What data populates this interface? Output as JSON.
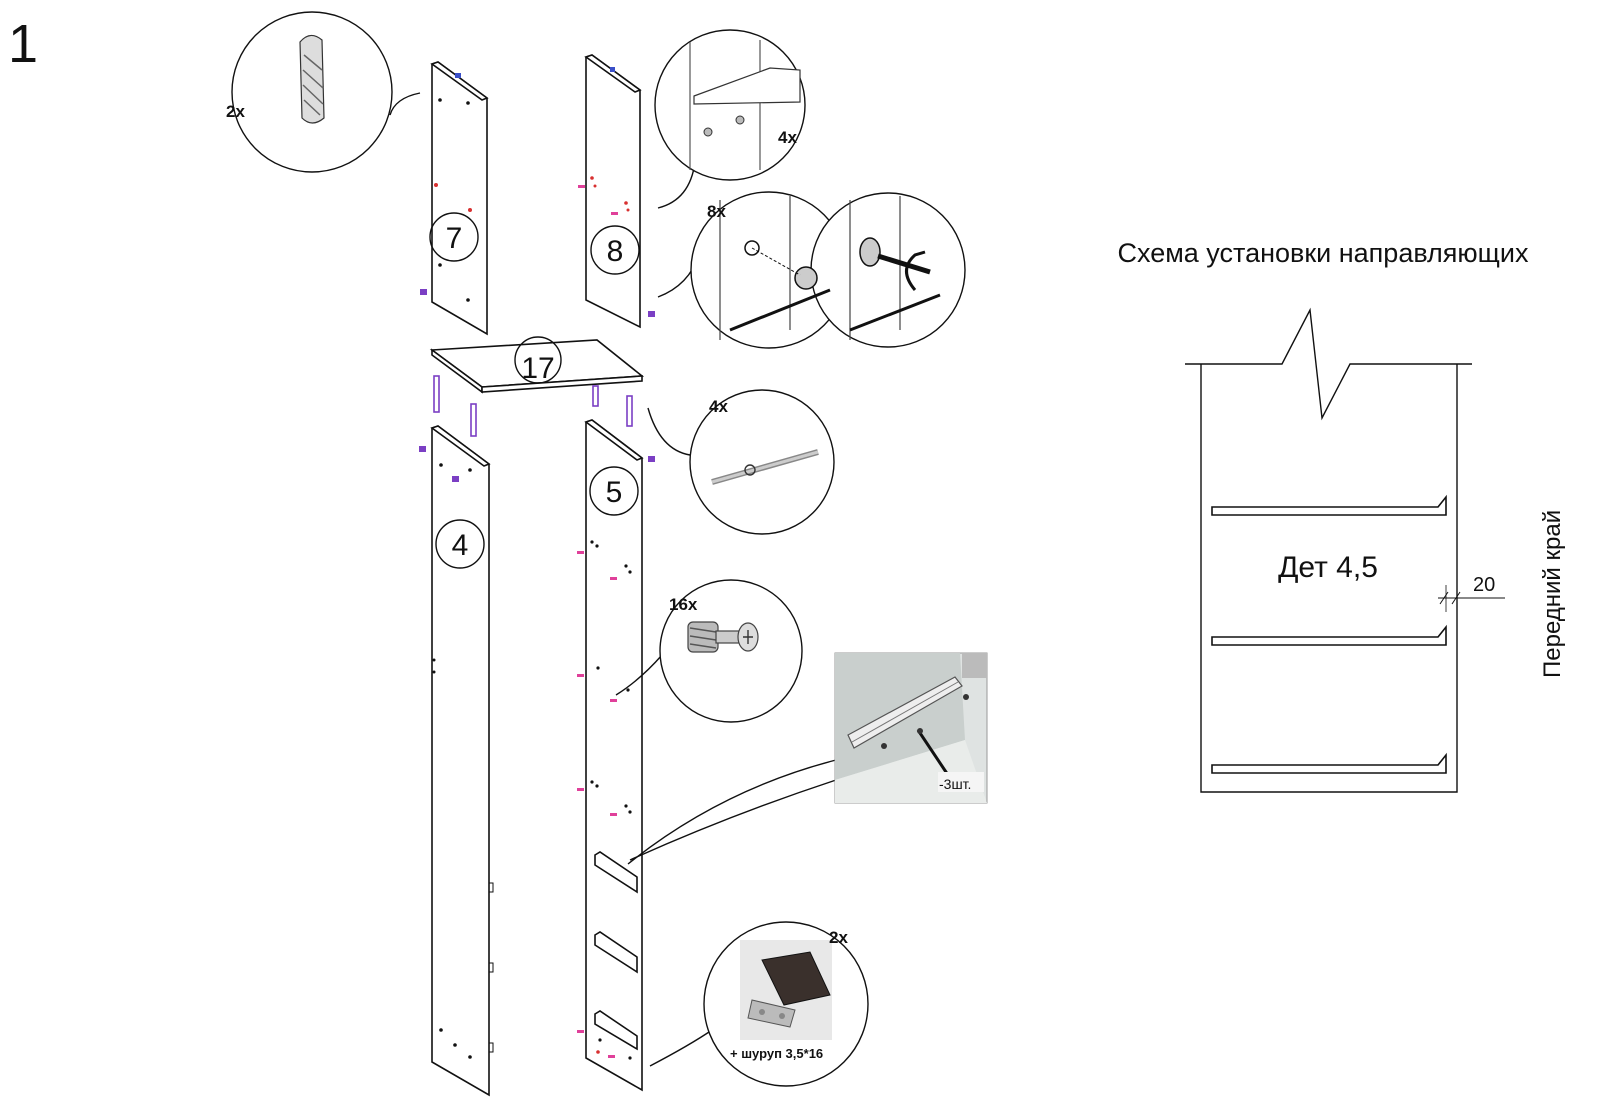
{
  "step_number": "1",
  "parts": {
    "p7": "7",
    "p8": "8",
    "p17": "17",
    "p4": "4",
    "p5": "5"
  },
  "callouts": {
    "dowel_qty": "2x",
    "shelf_support_qty": "4x",
    "cam_lock_qty": "8x",
    "bolt_qty": "4x",
    "cam_pin_qty": "16x",
    "drawer_rail_screws": "-3шт.",
    "magnet_qty": "2x",
    "magnet_screw": "+ шуруп 3,5*16"
  },
  "rail_scheme": {
    "title": "Схема установки направляющих",
    "part_label": "Дет 4,5",
    "dimension": "20",
    "edge_label": "Передний  край"
  },
  "colors": {
    "line": "#111111",
    "purple_fitting": "#7b3fc4",
    "magenta_mark": "#e0409a",
    "red_mark": "#d83030"
  }
}
